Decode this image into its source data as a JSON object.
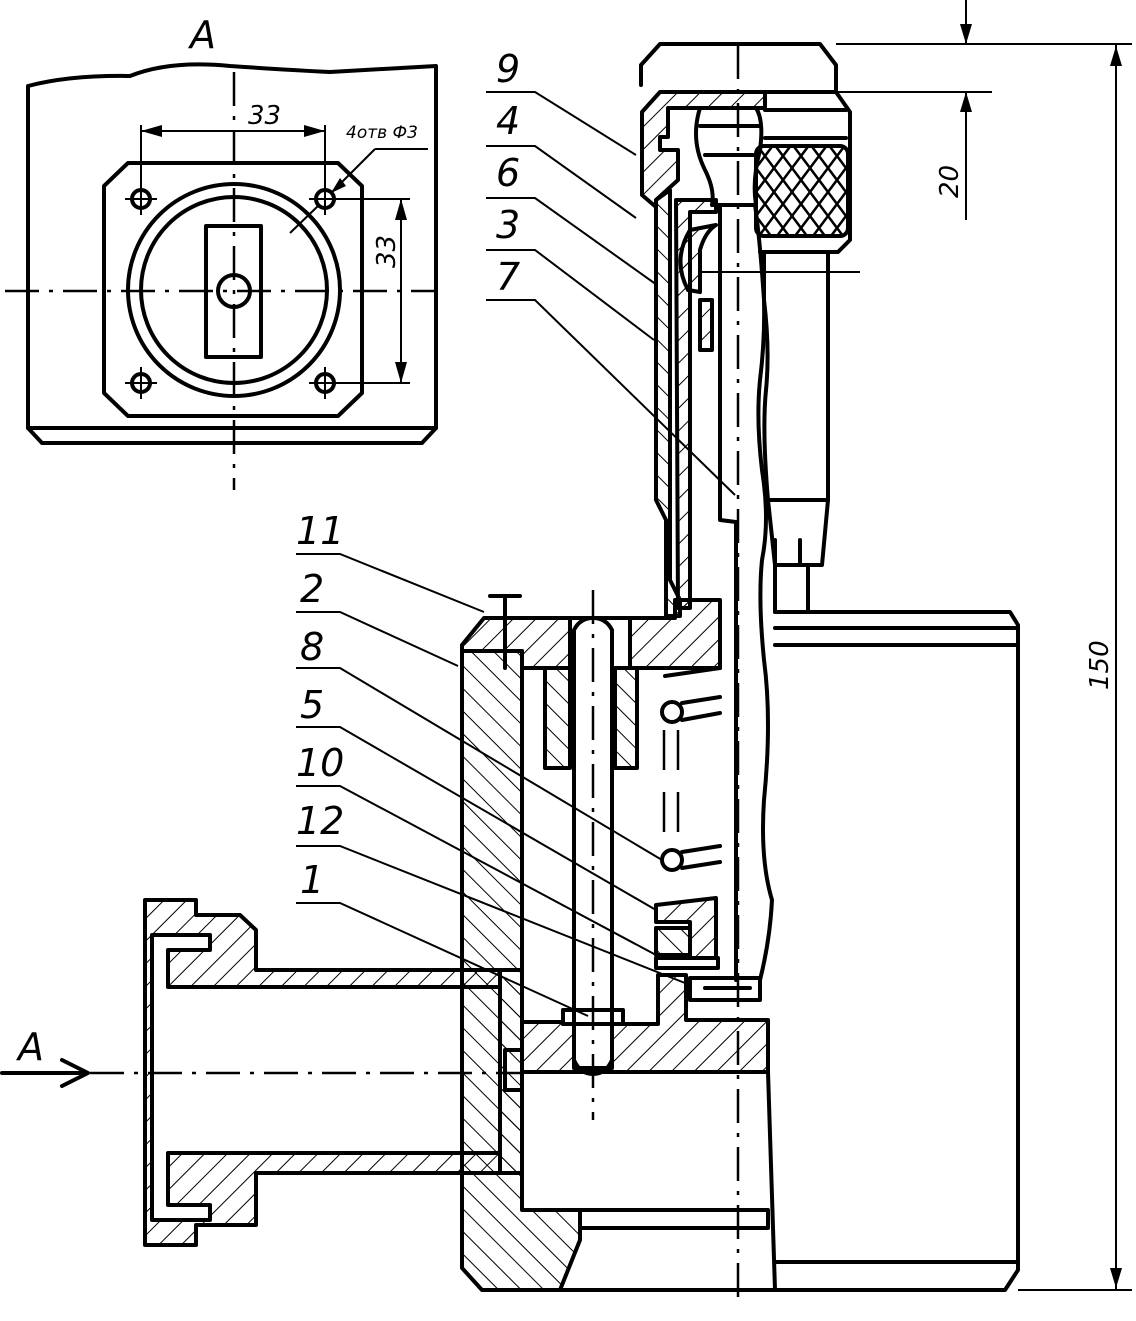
{
  "drawing": {
    "type": "engineering cross-section drawing",
    "view_label": "A",
    "view_arrow_label": "A",
    "callouts": [
      {
        "id": "9",
        "label": "9"
      },
      {
        "id": "4",
        "label": "4"
      },
      {
        "id": "6",
        "label": "6"
      },
      {
        "id": "3",
        "label": "3"
      },
      {
        "id": "7",
        "label": "7"
      },
      {
        "id": "11",
        "label": "11"
      },
      {
        "id": "2",
        "label": "2"
      },
      {
        "id": "8",
        "label": "8"
      },
      {
        "id": "5",
        "label": "5"
      },
      {
        "id": "10",
        "label": "10"
      },
      {
        "id": "12",
        "label": "12"
      },
      {
        "id": "1",
        "label": "1"
      }
    ],
    "dimensions": {
      "view_a_horizontal": "33",
      "view_a_vertical": "33",
      "holes_note": "4отв Ф3",
      "top_height": "20",
      "overall_height": "150"
    }
  }
}
